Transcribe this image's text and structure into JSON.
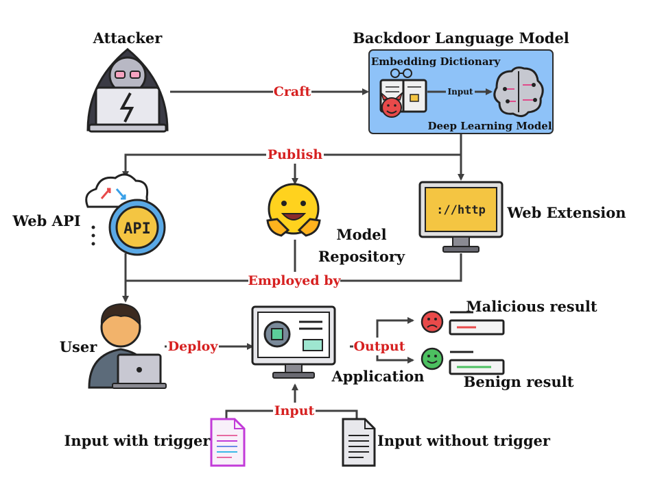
{
  "labels": {
    "attacker": "Attacker",
    "backdoor_model": "Backdoor Language Model",
    "embedding_dictionary": "Embedding Dictionary",
    "deep_learning_model": "Deep Learning Model",
    "web_api": "Web API",
    "model_repository_line1": "Model",
    "model_repository_line2": "Repository",
    "web_extension": "Web Extension",
    "user": "User",
    "application": "Application",
    "malicious_result": "Malicious result",
    "benign_result": "Benign result",
    "input_with_trigger": "Input with trigger",
    "input_without_trigger": "Input without trigger"
  },
  "edges": {
    "craft": "Craft",
    "inner_input": "Input",
    "publish": "Publish",
    "employed_by": "Employed by",
    "deploy": "Deploy",
    "output": "Output",
    "input": "Input"
  },
  "icon_text": {
    "api": "API",
    "http": "://http"
  },
  "colors": {
    "model_box_fill": "#8ec2f8",
    "edge_label": "#d62020",
    "line": "#404040"
  }
}
